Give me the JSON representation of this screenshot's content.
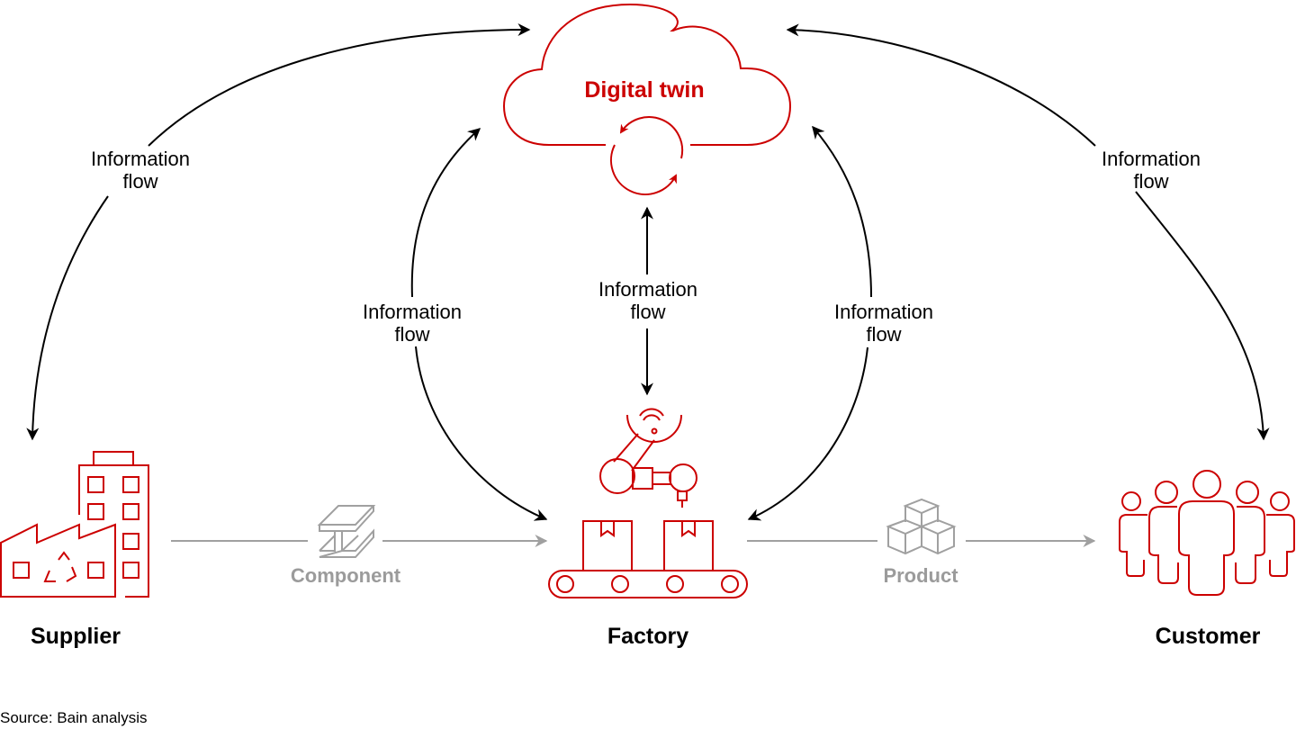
{
  "digital_twin": {
    "label": "Digital twin",
    "icon": "cloud-sync-icon"
  },
  "nodes": [
    {
      "id": "supplier",
      "label": "Supplier",
      "icon": "factory-building-recycle-icon"
    },
    {
      "id": "factory",
      "label": "Factory",
      "icon": "robot-arm-conveyor-icon"
    },
    {
      "id": "customer",
      "label": "Customer",
      "icon": "group-of-people-icon"
    }
  ],
  "goods_flows": [
    {
      "from": "supplier",
      "to": "factory",
      "label": "Component",
      "icon": "steel-beam-icon"
    },
    {
      "from": "factory",
      "to": "customer",
      "label": "Product",
      "icon": "stacked-cubes-icon"
    }
  ],
  "information_flows": [
    {
      "id": "supplier-twin",
      "line1": "Information",
      "line2": "flow",
      "direction": "bidirectional"
    },
    {
      "id": "factory-twin-left",
      "line1": "Information",
      "line2": "flow",
      "direction": "bidirectional"
    },
    {
      "id": "factory-twin-center",
      "line1": "Information",
      "line2": "flow",
      "direction": "bidirectional"
    },
    {
      "id": "factory-twin-right",
      "line1": "Information",
      "line2": "flow",
      "direction": "bidirectional"
    },
    {
      "id": "customer-twin",
      "line1": "Information",
      "line2": "flow",
      "direction": "bidirectional"
    }
  ],
  "source": "Source: Bain analysis",
  "colors": {
    "accent": "#cc0000",
    "goods": "#a0a0a0",
    "text": "#000000"
  }
}
